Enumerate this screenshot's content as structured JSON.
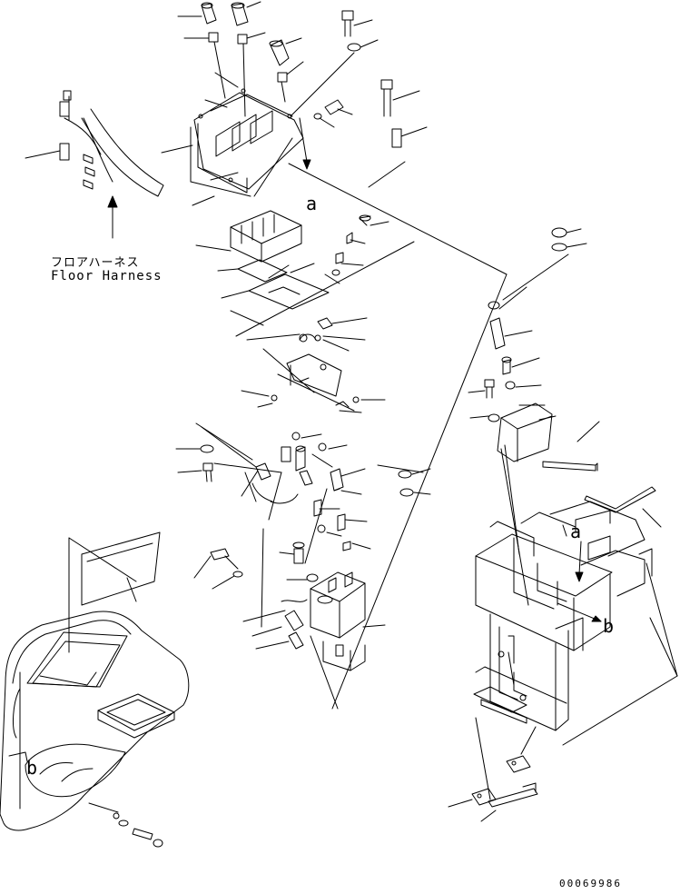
{
  "labels": {
    "floor_harness_jp": "フロアハーネス",
    "floor_harness_en": "Floor Harness",
    "ref_a_top": "a",
    "ref_a_right": "a",
    "ref_b_right": "b",
    "ref_b_left": "b"
  },
  "drawing_number": "00069986"
}
